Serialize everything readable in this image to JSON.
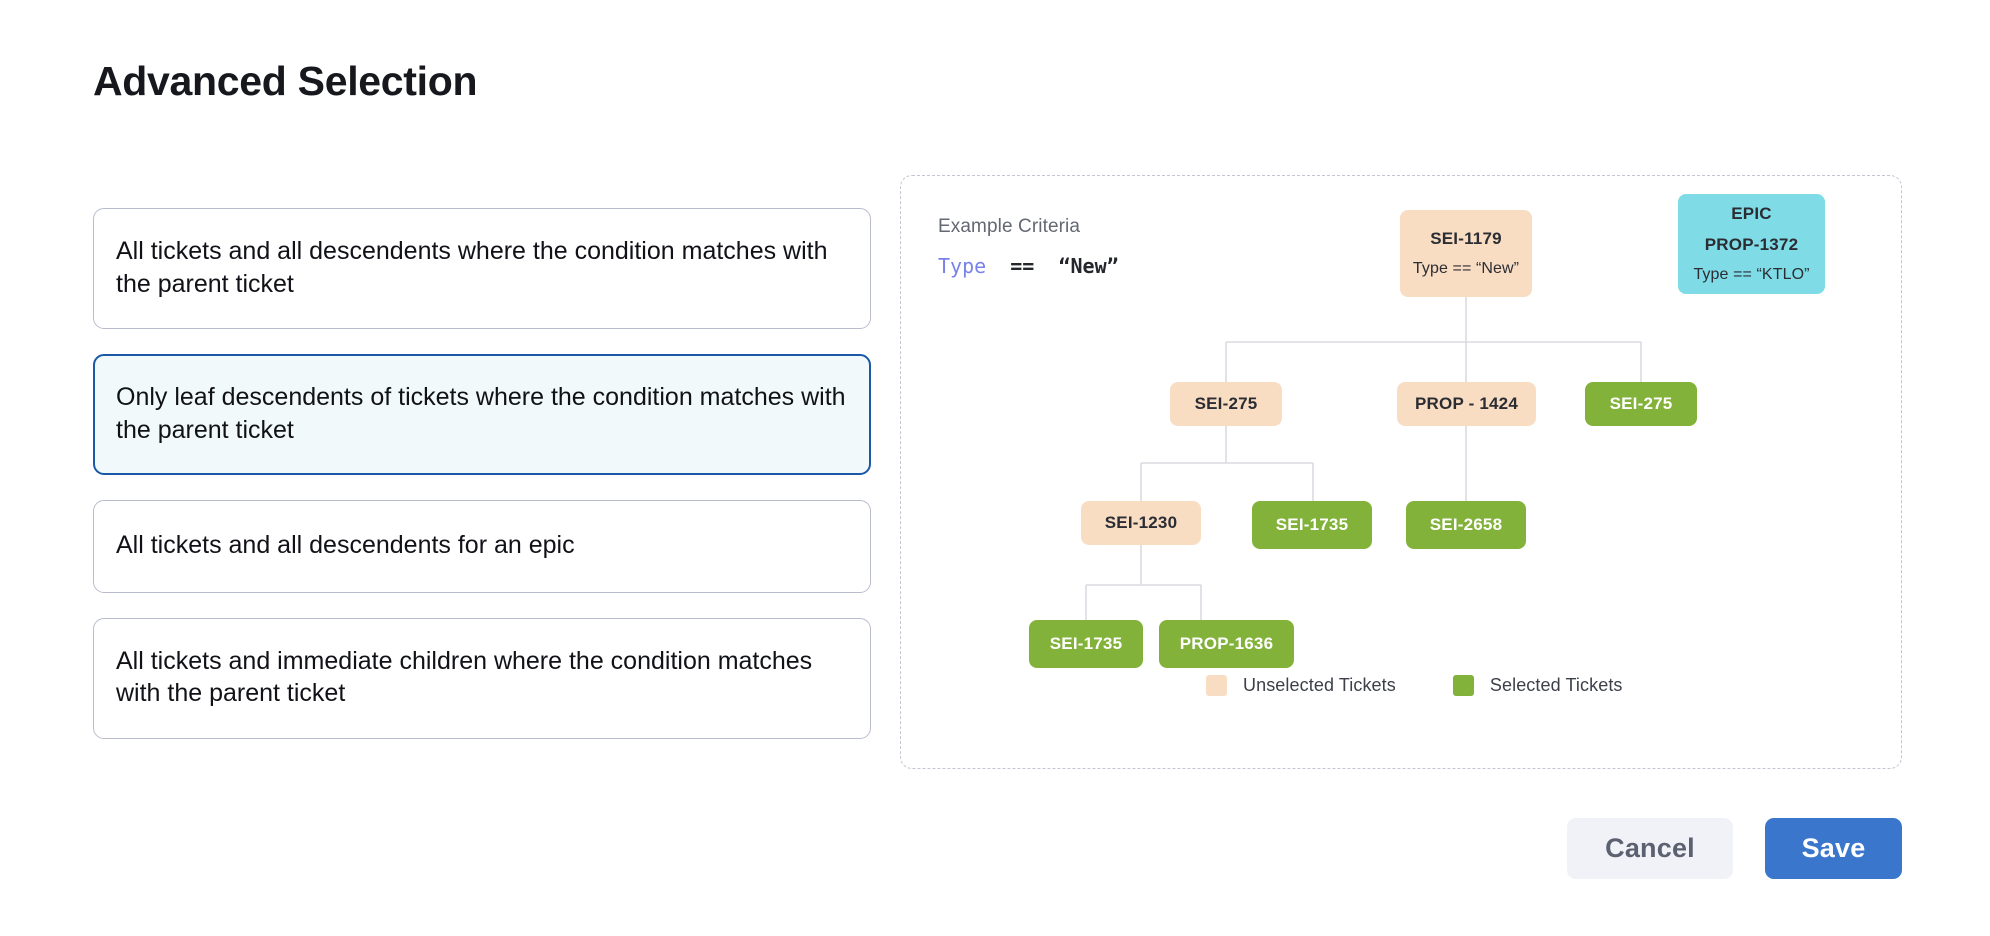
{
  "page": {
    "title": "Advanced Selection"
  },
  "options": [
    {
      "label": "All tickets and all descendents where the condition matches with the parent ticket",
      "selected": false,
      "lines": 2
    },
    {
      "label": "Only leaf descendents of tickets where the condition matches with the parent ticket",
      "selected": true,
      "lines": 2
    },
    {
      "label": "All tickets and all descendents for an epic",
      "selected": false,
      "lines": 1
    },
    {
      "label": "All tickets and immediate children where the condition matches with the parent ticket",
      "selected": false,
      "lines": 2
    }
  ],
  "diagram": {
    "criteria_label": "Example Criteria",
    "criteria_keyword": "Type",
    "criteria_operator": "==",
    "criteria_value": "“New”",
    "nodes": {
      "root": {
        "title": "SEI-1179",
        "sub": "Type == “New”",
        "state": "unselected"
      },
      "epic": {
        "title": "EPIC",
        "mid": "PROP-1372",
        "sub": "Type == “KTLO”",
        "state": "epic"
      },
      "l2a": {
        "title": "SEI-275",
        "state": "unselected"
      },
      "l2b": {
        "title": "PROP - 1424",
        "state": "unselected"
      },
      "l2c": {
        "title": "SEI-275",
        "state": "selected"
      },
      "l3a": {
        "title": "SEI-1230",
        "state": "unselected"
      },
      "l3b": {
        "title": "SEI-1735",
        "state": "selected"
      },
      "l3c": {
        "title": "SEI-2658",
        "state": "selected"
      },
      "l4a": {
        "title": "SEI-1735",
        "state": "selected"
      },
      "l4b": {
        "title": "PROP-1636",
        "state": "selected"
      }
    },
    "legend": [
      {
        "label": "Unselected Tickets",
        "color": "#f8ddc3"
      },
      {
        "label": "Selected Tickets",
        "color": "#82b23a"
      }
    ],
    "connector_color": "#d9dbe1"
  },
  "footer": {
    "cancel_label": "Cancel",
    "save_label": "Save"
  },
  "colors": {
    "unselected": "#f8ddc3",
    "selected": "#82b23a",
    "epic": "#7fdbe6",
    "accent_blue": "#3a76cb",
    "selected_card_border": "#1b58a8",
    "selected_card_bg": "#f1f9fb",
    "criteria_keyword": "#7a82e8"
  }
}
